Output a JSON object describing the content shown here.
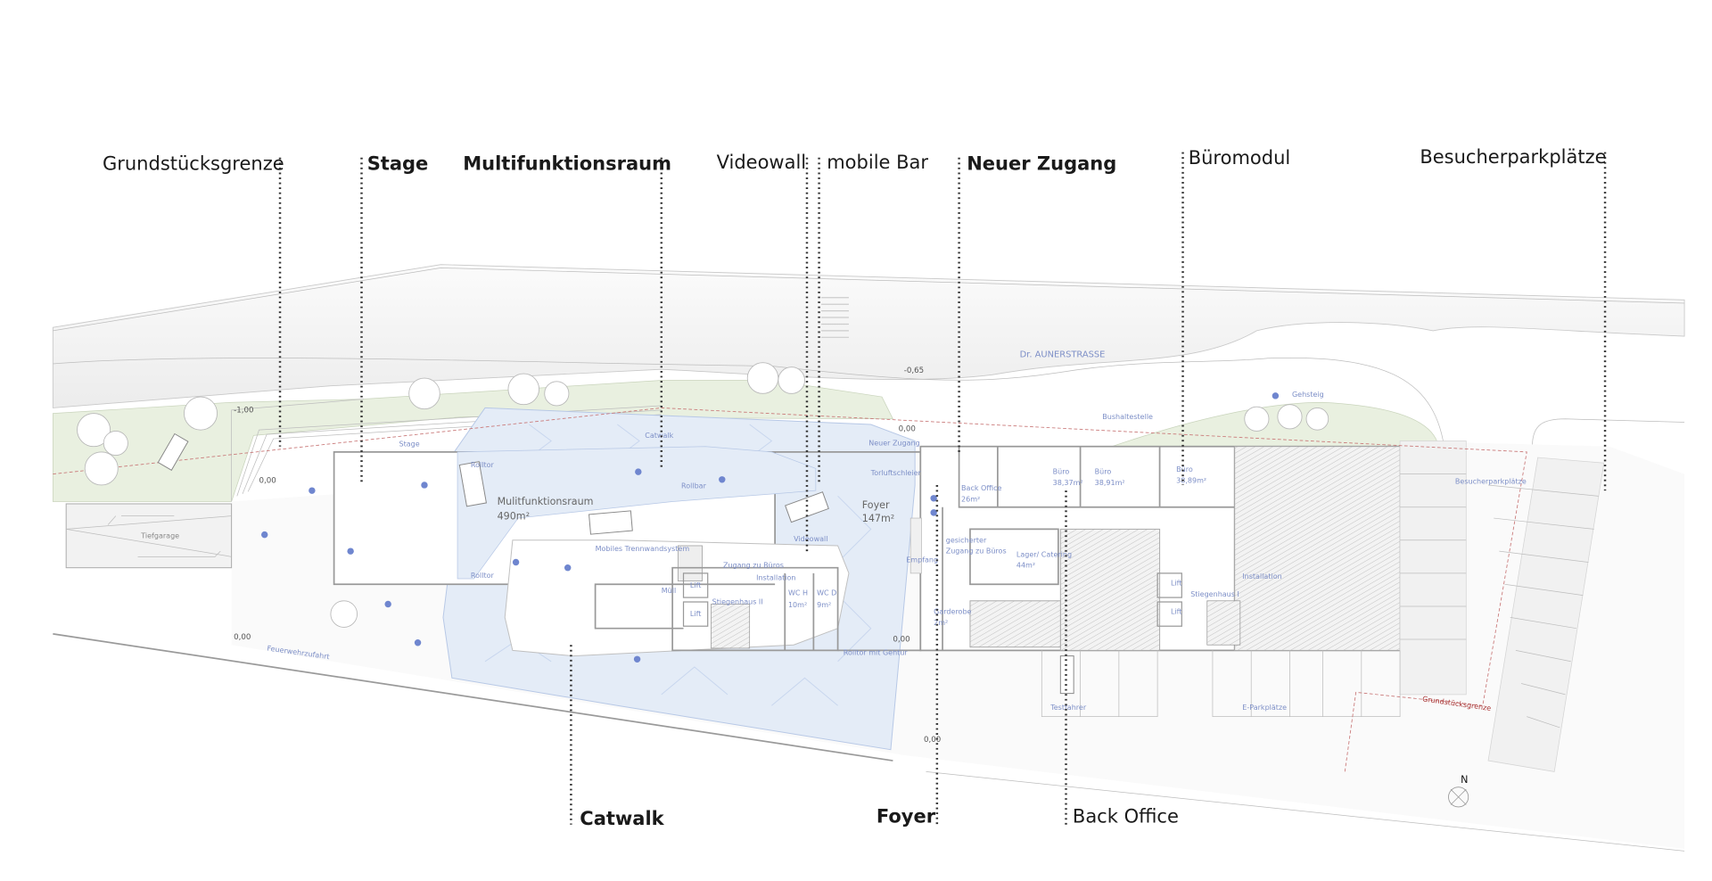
{
  "callouts_top": [
    {
      "label": "Grundstücksgrenze",
      "bold": false
    },
    {
      "label": "Stage",
      "bold": true
    },
    {
      "label": "Multifunktionsraum",
      "bold": true
    },
    {
      "label": "Videowall",
      "bold": false
    },
    {
      "label": "mobile Bar",
      "bold": false
    },
    {
      "label": "Neuer Zugang",
      "bold": true
    },
    {
      "label": "Büromodul",
      "bold": false
    },
    {
      "label": "Besucherparkplätze",
      "bold": false
    }
  ],
  "callouts_bottom": [
    {
      "label": "Catwalk",
      "bold": true
    },
    {
      "label": "Foyer",
      "bold": true
    },
    {
      "label": "Back Office",
      "bold": false
    }
  ],
  "plan": {
    "labels": [
      "Stage",
      "Catwalk",
      "Rolltor",
      "Mulitfunktionsraum",
      "490m²",
      "Rollbar",
      "Foyer",
      "147m²",
      "Mobiles Trennwandsystem",
      "Videowall",
      "Rolltor",
      "Zugang zu Büros",
      "Müll",
      "Lift",
      "Lift",
      "Stiegenhaus II",
      "Installation",
      "WC H",
      "10m²",
      "WC D",
      "9m²",
      "Rolltor mit Gehtür",
      "Neuer Zugang",
      "Torluftschleier",
      "Empfang",
      "Back Office",
      "26m²",
      "Büro",
      "38,37m²",
      "Büro",
      "38,91m²",
      "Büro",
      "38,89m²",
      "gesicherter",
      "Zugang zu Büros",
      "Lager/ Catering",
      "44m²",
      "Garderobe",
      "2m²",
      "Stiegenhaus I",
      "Installation",
      "Lift",
      "Lift",
      "Testfahrer",
      "E-Parkplätze",
      "Besucherparkplätze",
      "Grundstücksgrenze",
      "Dr. AUNERSTRASSE",
      "Bushaltestelle",
      "Gehsteig",
      "Tiefgarage",
      "Feuerwehrzufahrt",
      "N"
    ],
    "elevations": [
      "-1,00",
      "0,00",
      "0,00",
      "-0,65",
      "0,00",
      "0,00",
      "0,00"
    ]
  },
  "colors": {
    "label_blue": "#7d8fc7",
    "catwalk_fill": "#e4ecf7",
    "lawn": "#e9f0e0",
    "boundary_red": "#b03a3a"
  }
}
